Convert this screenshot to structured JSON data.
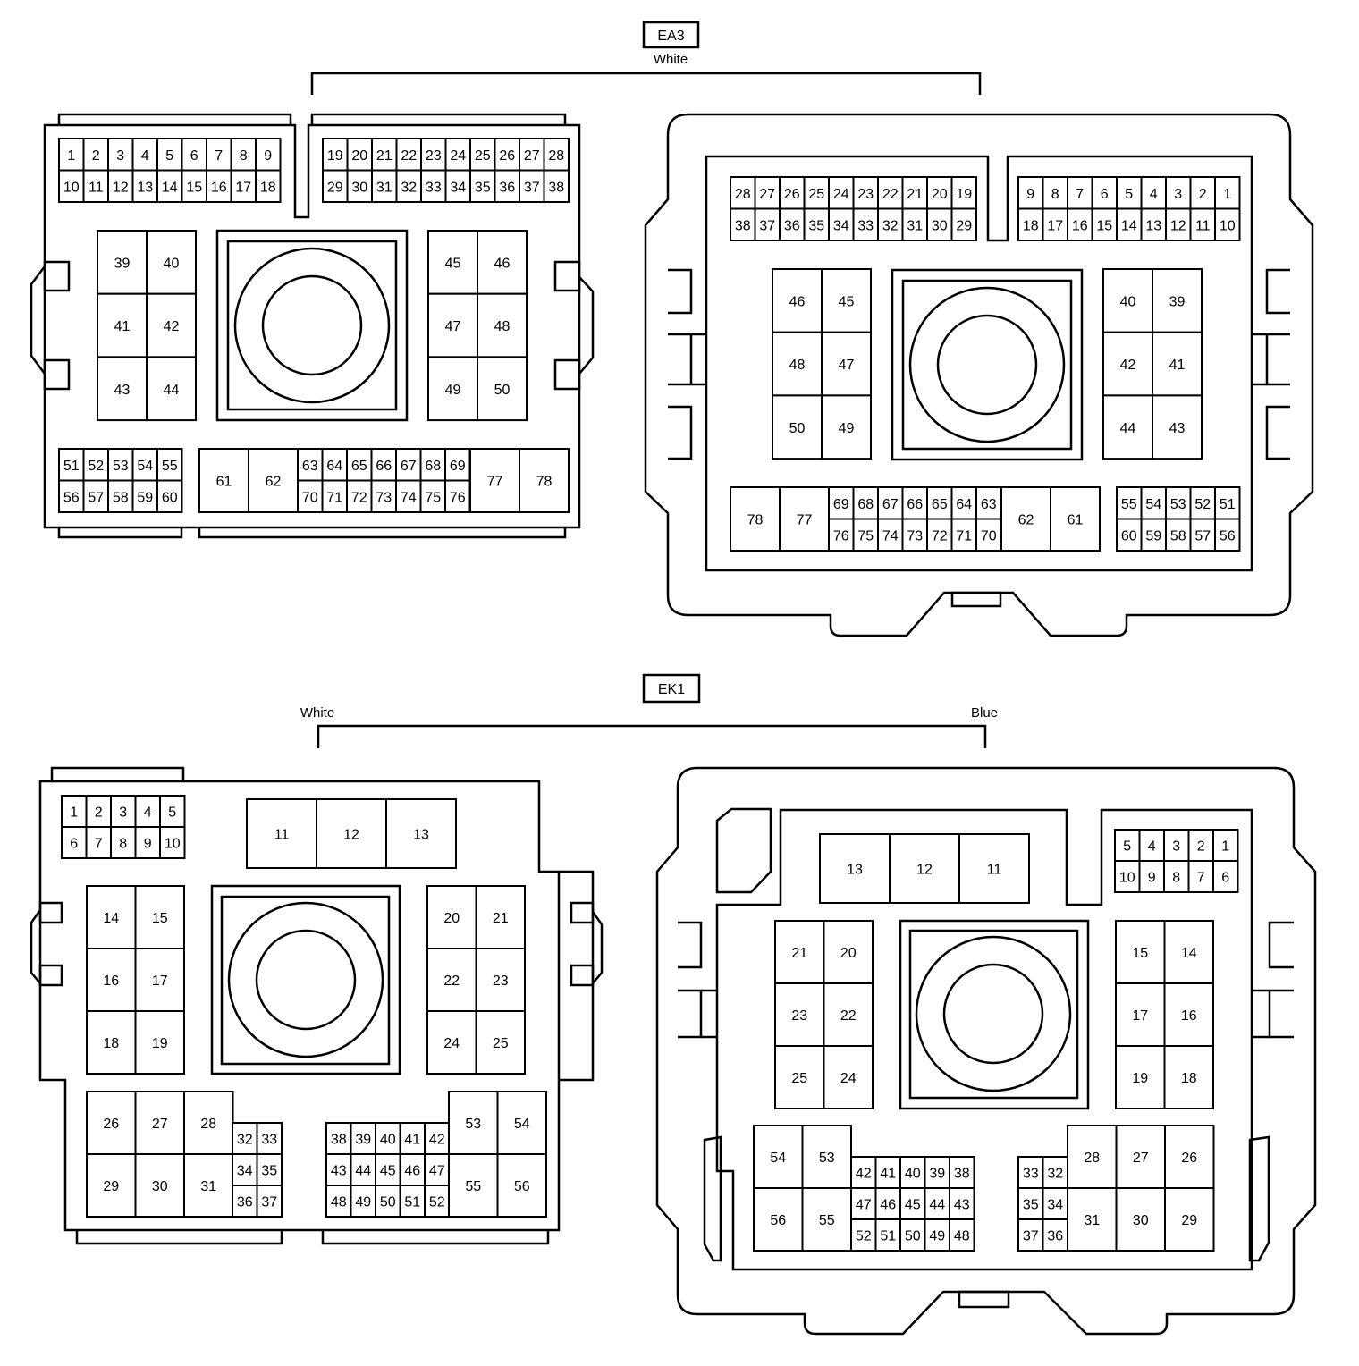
{
  "connectors": [
    {
      "id": "EA3",
      "sides": [
        {
          "label": "White"
        }
      ]
    },
    {
      "id": "EK1",
      "sides": [
        {
          "label": "White"
        },
        {
          "label": "Blue"
        }
      ]
    }
  ]
}
